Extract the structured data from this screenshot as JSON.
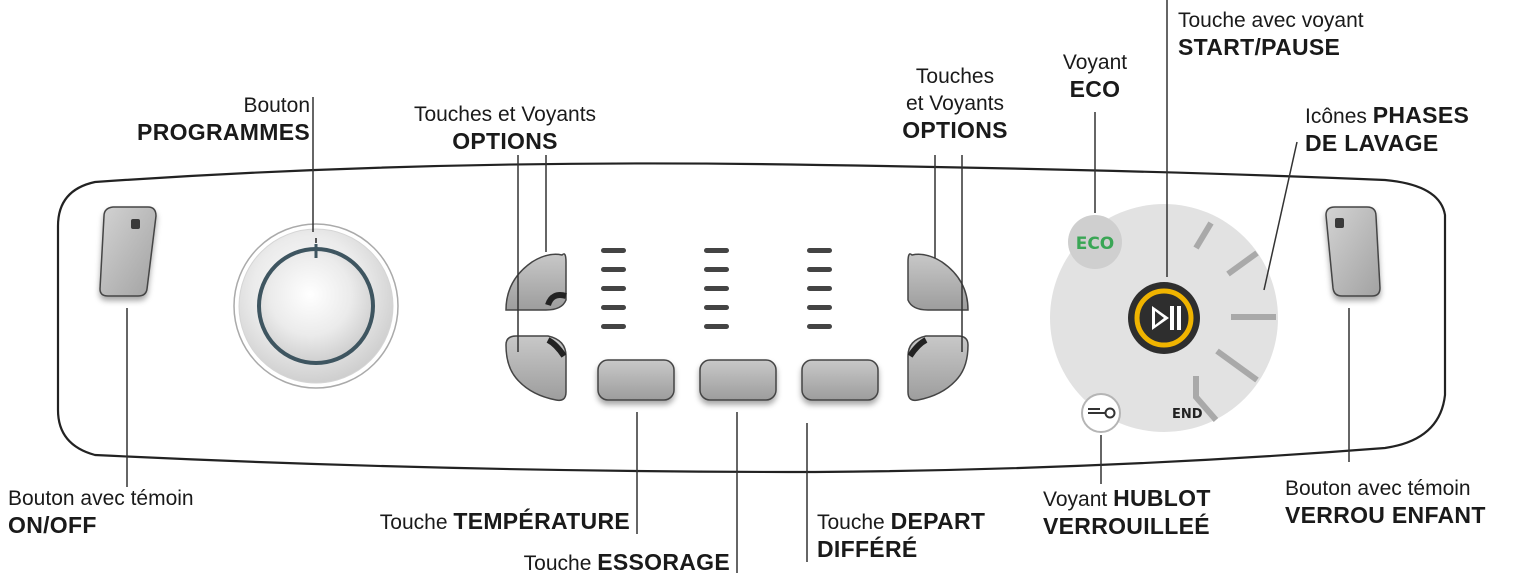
{
  "labels": {
    "programmes": {
      "l1": "Bouton",
      "l2": "PROGRAMMES"
    },
    "options_left": {
      "l1": "Touches et Voyants",
      "l2": "OPTIONS"
    },
    "options_right": {
      "l1a": "Touches",
      "l1b": "et Voyants",
      "l2": "OPTIONS"
    },
    "eco": {
      "l1": "Voyant",
      "l2": "ECO"
    },
    "start_pause": {
      "l1": "Touche avec voyant",
      "l2": "START/PAUSE"
    },
    "phases": {
      "l1": "Icônes",
      "l2a": "PHASES",
      "l2b": "DE LAVAGE"
    },
    "on_off": {
      "l1": "Bouton avec témoin",
      "l2": "ON/OFF"
    },
    "temperature": {
      "l1": "Touche",
      "l2": "TEMPÉRATURE"
    },
    "essorage": {
      "l1": "Touche",
      "l2": "ESSORAGE"
    },
    "depart": {
      "l1": "Touche",
      "l2a": "DEPART",
      "l2b": "DIFFÉRÉ"
    },
    "hublot": {
      "l1": "Voyant",
      "l2a": "HUBLOT",
      "l2b": "VERROUILLEÉ"
    },
    "verrou": {
      "l1": "Bouton avec témoin",
      "l2": "VERROU ENFANT"
    }
  },
  "panel": {
    "eco_badge": "ECO",
    "end_label": "END",
    "eco_color": "#3aa655",
    "start_ring_color": "#f0b400",
    "phase_icons_count": 5
  }
}
